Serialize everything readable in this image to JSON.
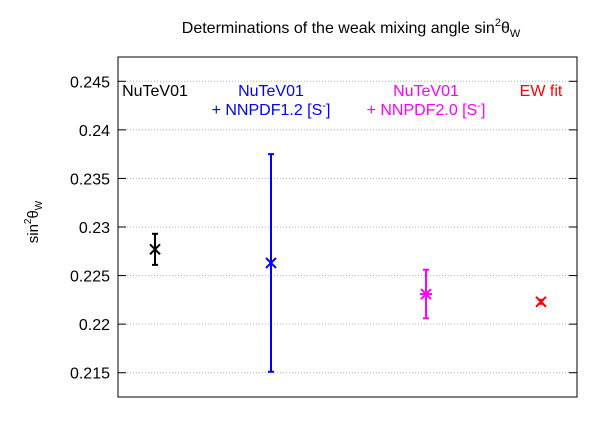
{
  "chart_data": {
    "type": "scatter",
    "title_main": "Determinations of the weak mixing angle sin",
    "title_sup": "2",
    "title_sym": "θ",
    "title_sub": "W",
    "ylabel_main": "sin",
    "ylabel_sup": "2",
    "ylabel_sym": "θ",
    "ylabel_sub": "W",
    "ylim": [
      0.2125,
      0.2475
    ],
    "yticks": [
      "0.215",
      "0.22",
      "0.225",
      "0.23",
      "0.235",
      "0.24",
      "0.245"
    ],
    "ytick_values": [
      0.215,
      0.22,
      0.225,
      0.23,
      0.235,
      0.24,
      0.245
    ],
    "grid": true,
    "points": [
      {
        "label": [
          "NuTeV01"
        ],
        "value": 0.2277,
        "lower": 0.2261,
        "upper": 0.2293,
        "color": "#000000",
        "marker": "x"
      },
      {
        "label": [
          "NuTeV01",
          "+ NNPDF1.2 [S-]"
        ],
        "value": 0.2263,
        "lower": 0.2151,
        "upper": 0.2375,
        "color": "#0000ff",
        "marker": "x"
      },
      {
        "label": [
          "NuTeV01",
          "+ NNPDF2.0 [S-]"
        ],
        "value": 0.2231,
        "lower": 0.2206,
        "upper": 0.2256,
        "color": "#ff00ff",
        "marker": "*"
      },
      {
        "label": [
          "EW fit"
        ],
        "value": 0.2223,
        "lower": 0.2221,
        "upper": 0.2225,
        "color": "#ff0000",
        "marker": "x"
      }
    ]
  }
}
